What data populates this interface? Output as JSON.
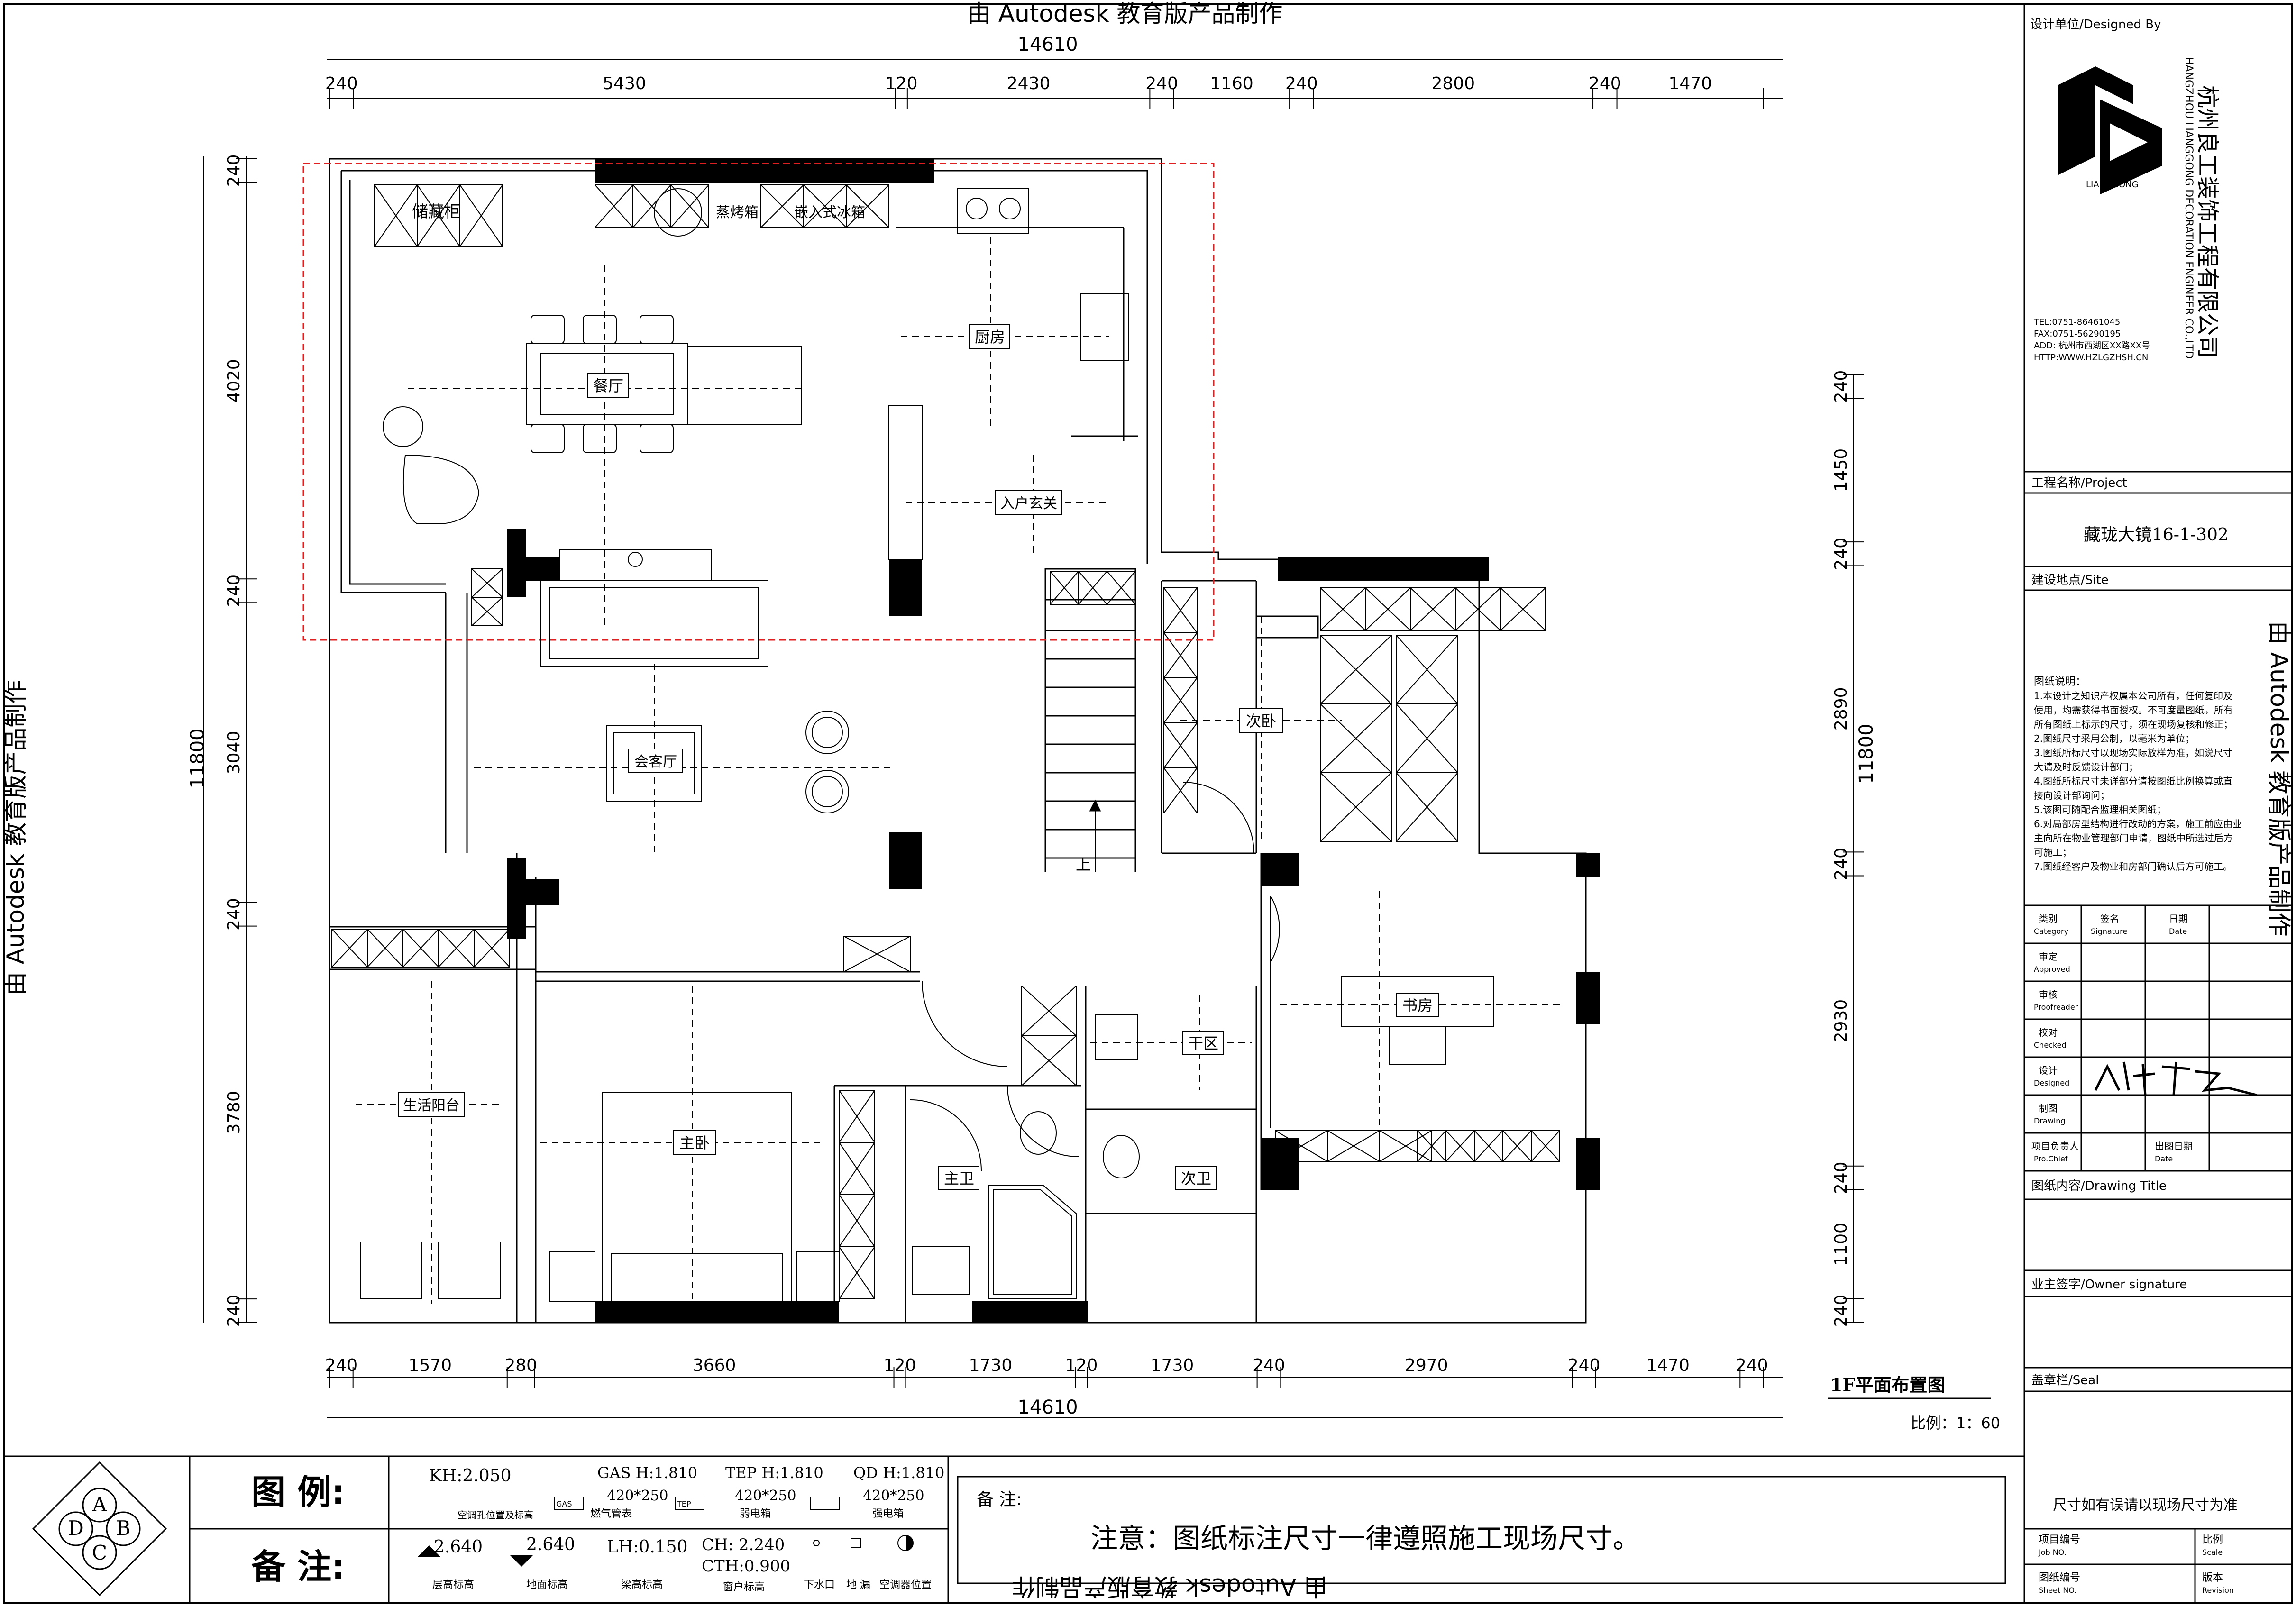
{
  "watermark": "由 Autodesk 教育版产品制作",
  "dims": {
    "total": "14610",
    "top": [
      "240",
      "5430",
      "120",
      "2430",
      "240",
      "1160",
      "240",
      "2800",
      "240",
      "1470"
    ],
    "bottom": [
      "240",
      "1570",
      "280",
      "3660",
      "120",
      "1730",
      "120",
      "1730",
      "240",
      "2970",
      "240",
      "1470",
      "240"
    ],
    "left": [
      "240",
      "4020",
      "240",
      "3040",
      "240",
      "3780",
      "240"
    ],
    "left_total": "11800",
    "right": [
      "240",
      "1450",
      "240",
      "2890",
      "240",
      "2930",
      "240",
      "1100",
      "240"
    ],
    "right_total": "11800"
  },
  "rooms": {
    "storage": "储藏柜",
    "steam_oven": "蒸烤箱",
    "fridge": "嵌入式冰箱",
    "kitchen": "厨房",
    "dining": "餐厅",
    "entry": "入户玄关",
    "living": "会客厅",
    "second_bed": "次卧",
    "study": "书房",
    "dry_zone": "干区",
    "balcony": "生活阳台",
    "master": "主卧",
    "master_bath": "主卫",
    "second_bath": "次卫",
    "up": "上"
  },
  "drawing_title": "1F平面布置图",
  "scale": "比例：1：60",
  "legend": {
    "label1": "图 例:",
    "label2": "备 注:",
    "kh": "KH:2.050",
    "kh_desc": "空调孔位置及标高",
    "gas": "GAS H:1.810",
    "gas_size": "420*250",
    "gas_desc": "燃气管表",
    "gas_box": "GAS",
    "tep": "TEP H:1.810",
    "tep_size": "420*250",
    "tep_desc": "弱电箱",
    "tep_box": "TEP",
    "qd": "QD H:1.810",
    "qd_size": "420*250",
    "qd_desc": "强电箱",
    "floor_level": "2.640",
    "floor_level_desc": "层高标高",
    "ground_level": "2.640",
    "ground_level_desc": "地面标高",
    "lh": "LH:0.150",
    "lh_desc": "梁高标高",
    "ch": "CH: 2.240",
    "cth": "CTH:0.900",
    "ch_desc": "窗户标高",
    "drain": "下水口",
    "floor_drain": "地 漏",
    "ac": "空调器位置"
  },
  "note": {
    "label": "备 注:",
    "text": "注意：图纸标注尺寸一律遵照施工现场尺寸。"
  },
  "title_block": {
    "designed_by": "设计单位/Designed By",
    "company": "杭州良工装饰工程有限公司",
    "company_en": "HANGZHOU LIANGGONG DECORATION ENGINEER CO.,LTD",
    "logo_text": "LIANGGONG",
    "tel": "TEL:0751-86461045",
    "fax": "FAX:0751-56290195",
    "add": "ADD: 杭州市西湖区XX路XX号",
    "http": "HTTP:WWW.HZLGZHSH.CN",
    "project_label": "工程名称/Project",
    "project": "藏珑大镜16-1-302",
    "site_label": "建设地点/Site",
    "notes_title": "图纸说明：",
    "notes": [
      "1.本设计之知识产权属本公司所有，任何复印及",
      "使用，均需获得书面授权。不可度量图纸，所有",
      "所有图纸上标示的尺寸，须在现场复核和修正；",
      "2.图纸尺寸采用公制，以毫米为单位；",
      "3.图纸所标尺寸以现场实际放样为准，如说尺寸",
      "大请及时反馈设计部门；",
      "4.图纸所标尺寸未详部分请按图纸比例换算或直",
      "接向设计部询问；",
      "5.该图可随配合监理相关图纸；",
      "6.对局部房型结构进行改动的方案，施工前应由业",
      "主向所在物业管理部门申请，图纸中所选过后方",
      "可施工；",
      "7.图纸经客户及物业和房部门确认后方可施工。"
    ],
    "category": "类别",
    "category_en": "Category",
    "signature": "签名",
    "signature_en": "Signature",
    "date": "日期",
    "date_en": "Date",
    "approved": "审定",
    "approved_en": "Approved",
    "proofreader": "审核",
    "proofreader_en": "Proofreader",
    "checked": "校对",
    "checked_en": "Checked",
    "designed": "设计",
    "designed_en": "Designed",
    "drawing": "制图",
    "drawing_en": "Drawing",
    "pro_chief": "项目负责人",
    "pro_chief_en": "Pro.Chief",
    "issue_date": "出图日期",
    "issue_date_en": "Date",
    "drawing_title_label": "图纸内容/Drawing Title",
    "owner_label": "业主签字/Owner signature",
    "seal_label": "盖章栏/Seal",
    "size_note": "尺寸如有误请以现场尺寸为准",
    "job_no": "项目编号",
    "job_no_en": "Job NO.",
    "scale": "比例",
    "scale_en": "Scale",
    "sheet_no": "图纸编号",
    "sheet_no_en": "Sheet NO.",
    "revision": "版本",
    "revision_en": "Revision"
  },
  "abcd": {
    "a": "A",
    "b": "B",
    "c": "C",
    "d": "D"
  }
}
